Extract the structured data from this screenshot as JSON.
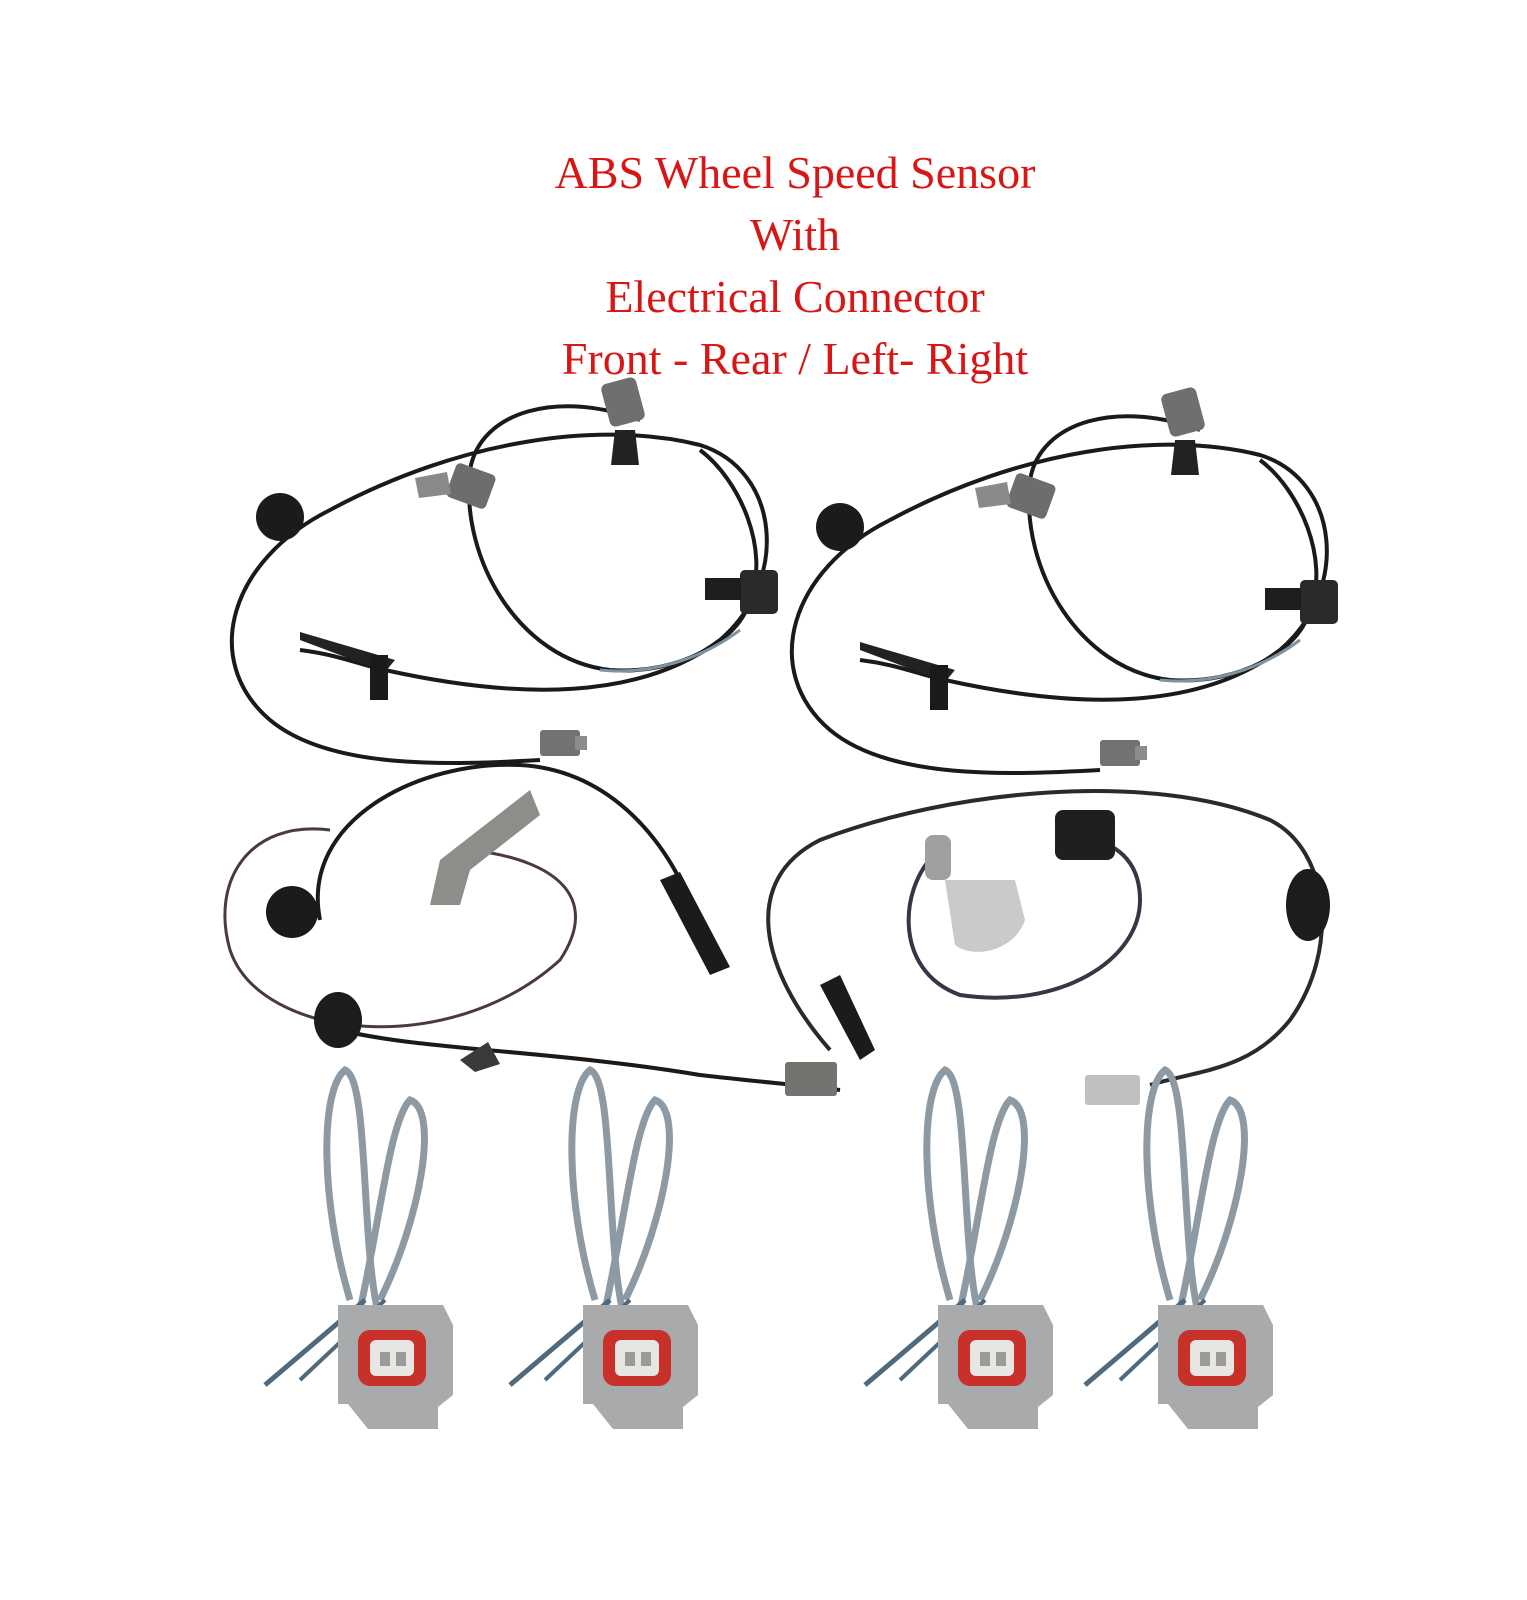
{
  "title": {
    "line1": "ABS Wheel Speed Sensor",
    "line2": "With",
    "line3": "Electrical Connector",
    "line4": "Front - Rear / Left- Right"
  },
  "colors": {
    "title": "#d91616",
    "cable": "#1a1a1a",
    "connector_body": "#9a9c9e",
    "connector_seal": "#c8302a",
    "pigtail_wire": "#5c7688"
  },
  "items": {
    "sensors": [
      "front-left-sensor",
      "front-right-sensor",
      "rear-left-sensor",
      "rear-right-sensor"
    ],
    "connector_count": 4
  }
}
